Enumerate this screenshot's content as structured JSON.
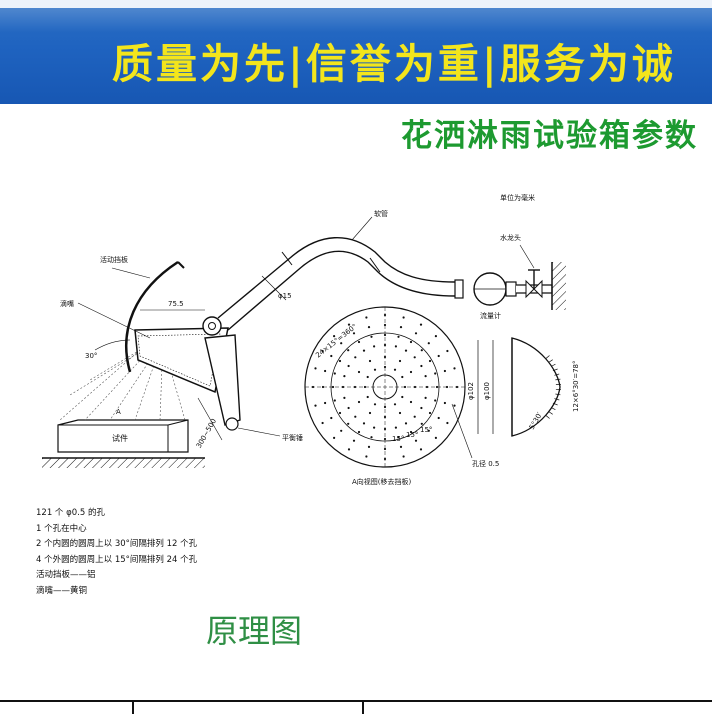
{
  "banner": {
    "slogan": "质量为先|信誉为重|服务为诚"
  },
  "subtitle": "花洒淋雨试验箱参数",
  "diagram": {
    "unit": "单位为毫米",
    "hose": "软管",
    "faucet": "水龙头",
    "flowmeter": "流量计",
    "baffle": "活动挡板",
    "nozzle": "滴嘴",
    "dim_75": "75.5",
    "dim_15": "φ15",
    "angle_30": "30°",
    "label_a": "A",
    "specimen": "试件",
    "dist": "300~500",
    "counterweight": "平衡锤",
    "ring_angle": "24×15°=360°",
    "d102": "φ102",
    "d100": "φ100",
    "side_angle": "12×6°30′=78°",
    "side_step": "5°30′",
    "a15": "15°",
    "hole_dia": "孔径 0.5",
    "view_caption": "A向视图(移去挡板)"
  },
  "notes": [
    "121 个 φ0.5 的孔",
    "1 个孔在中心",
    "2 个内圆的圆周上以 30°间隔排列 12 个孔",
    "4 个外圆的圆周上以 15°间隔排列 24 个孔",
    "活动挡板——铝",
    "滴嘴——黄铜"
  ],
  "caption": "原理图"
}
